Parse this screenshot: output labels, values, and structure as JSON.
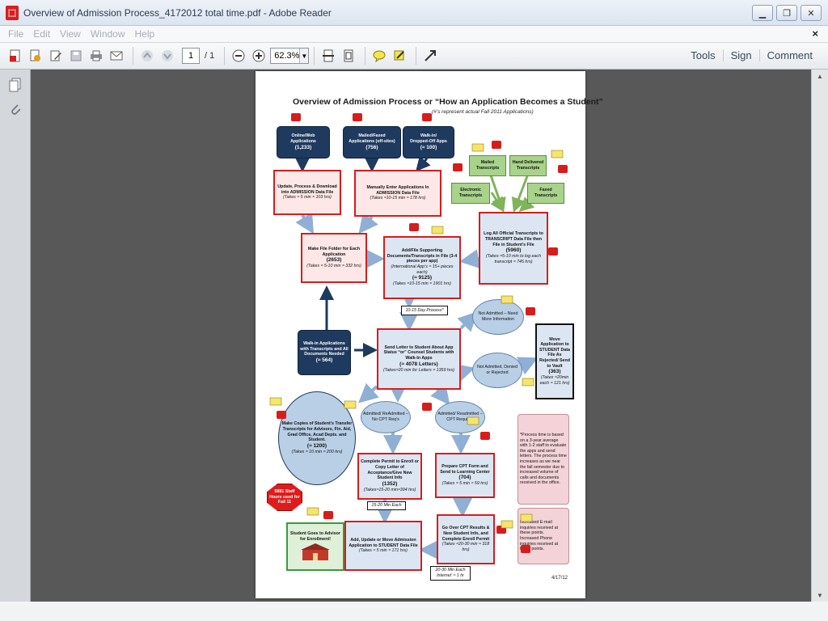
{
  "window": {
    "title": "Overview of Admission Process_4172012 total time.pdf - Adobe Reader",
    "app_icon": "pdf-icon"
  },
  "menu": [
    "File",
    "Edit",
    "View",
    "Window",
    "Help"
  ],
  "toolbar": {
    "page_current": "1",
    "page_total": "/ 1",
    "zoom": "62.3%",
    "tools_label": "Tools",
    "sign_label": "Sign",
    "comment_label": "Comment"
  },
  "colors": {
    "accent_red": "#d81c1c",
    "navy": "#1f3a5f",
    "doc_background": "#585858"
  },
  "document": {
    "title": "Overview of Admission Process or “How an Application Becomes a Student”",
    "subtitle": "(#’s represent actual Fall 2011 Applications)",
    "date": "4/17/12",
    "sources": [
      {
        "line1": "Online/Web",
        "line2": "Applications",
        "count": "(1,233)"
      },
      {
        "line1": "Mailed/Faxed",
        "line2": "Applications (off-sites)",
        "count": "(756)"
      },
      {
        "line1": "Walk-in/",
        "line2": "Dropped-Off Apps",
        "count": "(≈ 100)"
      }
    ],
    "transcripts": [
      "Mailed Transcripts",
      "Hand Delivered Transcripts",
      "Electronic Transcripts",
      "Faxed Transcripts"
    ],
    "update_box": {
      "text": "Update, Process & Download into ADMISSION Data File",
      "time": "(Takes ≈ 5 min ≈ 103 hrs)"
    },
    "manual_box": {
      "text": "Manually Enter Applications In ADMISSION Data File",
      "time": "(Takes ≈10-15 min ≈ 178 hrs)"
    },
    "log_box": {
      "text": "Log All Official Transcripts to TRANSCRIPT Data File then File in Student’s File",
      "count": "(5960)",
      "time": "(Takes ≈5-10 min to log each transcript ≈ 745 hrs)"
    },
    "folder_box": {
      "text": "Make File Folder for Each Application",
      "count": "(2653)",
      "time": "(Takes ≈ 5-10 min ≈ 332 hrs)"
    },
    "add_box": {
      "text": "Add/File Supporting Documents/Transcripts in File (3-4 pieces per app)",
      "note": "(International App’s ≈ 15+ pieces each)",
      "count": "(≈ 9125)",
      "time": "(Takes ≈10-15 min ≈ 1901 hrs)"
    },
    "process_tag": "10-15 Day Process*",
    "not_admitted_info": "Not Admitted – Need More Information",
    "walkin_box": {
      "text": "Walk-in Applications with Transcripts and All Documents Needed",
      "count": "(≈ 564)"
    },
    "letter_box": {
      "text": "Send Letter to Student About App Status “or” Counsel Students with Walk-In Apps",
      "count": "(≈ 4078 Letters)",
      "time": "(Takes≈20 min for Letters ≈ 1359 hrs)"
    },
    "not_admitted_rejected": "Not Admitted, Denied or Rejected",
    "vault_box": {
      "text": "Move Application to STUDENT Data File As Rejected/ Send to Vault",
      "count": "(363)",
      "time": "(Takes ≈20min each ≈ 121 hrs)"
    },
    "copies_bubble": {
      "text": "Make Copies of Student’s Transfer Transcripts for Advisors, Fin. Aid, Grad Office, Acad Depts. and Student.",
      "count": "(≈ 1200)",
      "time": "(Takes ≈ 10 min ≈ 200 hrs)"
    },
    "admitted_no_cpt": "Admitted/ ReAdmitted – No CPT Req’s",
    "admitted_cpt": "Admitted/ Readmitted – CPT Required",
    "process_note": "*Process time is based on a 3-year average with 1-2 staff to evaluate the apps and send letters. The process time increases as we near the fall semester due to increased volume of calls and documents received in the office.",
    "permit_box": {
      "text": "Complete Permit to Enroll or Copy Letter of Acceptance/Give New Student Info",
      "count": "(1352)",
      "time": "(Takes≈15-20 min≈394 hrs)"
    },
    "cpt_box": {
      "text": "Prepare CPT Form and Send to Learning Center",
      "count": "(704)",
      "time": "(Takes ≈ 5 min ≈ 59 hrs)"
    },
    "staff_hours": "5881 Staff Hours used for Fall 11",
    "min_each_15": "15-20 Min Each",
    "move_box": {
      "text": "Add, Update or Move Admission Application to STUDENT Data File",
      "time": "(Takes ≈ 5 min ≈ 171 hrs)"
    },
    "cpt_results_box": {
      "text": "Go Over CPT Results & New Student Info, and Complete Enroll Permit",
      "time": "(Takes ≈20-30 min ≈ 318 hrs)"
    },
    "min_each_20": "20-30 Min Each Internet’ ≈ 1 hr",
    "student_box": "Student Goes to Advisor for Enrollment!",
    "legend_email": "Increased E-mail inquiries received at these points.",
    "legend_phone": "Increased Phone inquiries received at these points."
  }
}
